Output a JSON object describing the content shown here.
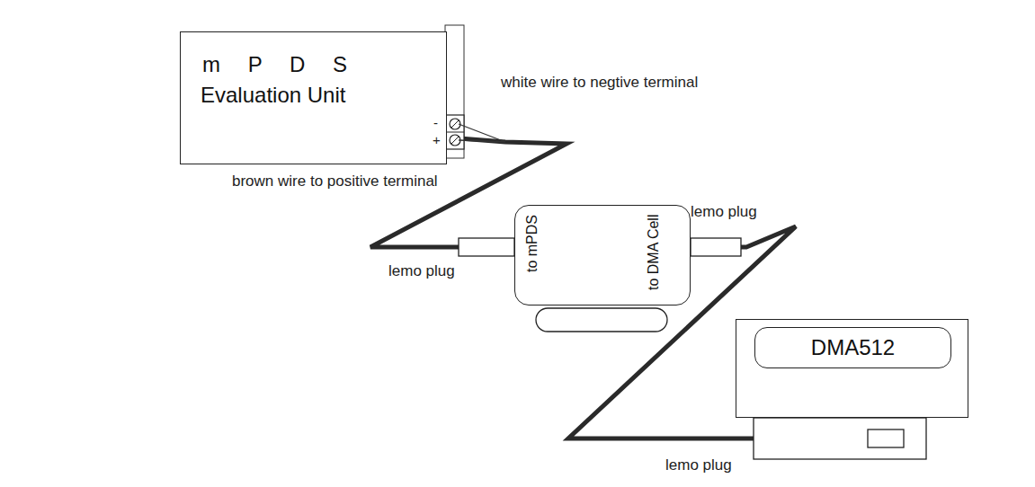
{
  "diagram": {
    "nodes": [
      {
        "text": [
          "m P D S",
          "Evaluation Unit"
        ]
      },
      {
        "text": [
          "to mPDS",
          "to DMA Cell"
        ]
      },
      {
        "text": [
          "DMA512"
        ]
      }
    ],
    "edges": [
      {
        "from": 0,
        "to": 1,
        "arrow": "none"
      },
      {
        "from": 1,
        "to": 2,
        "arrow": "none"
      }
    ],
    "labels": [
      "-",
      "+",
      "white wire to negtive terminal",
      "brown wire to positive terminal",
      "lemo plug",
      "lemo plug",
      "lemo plug"
    ]
  }
}
